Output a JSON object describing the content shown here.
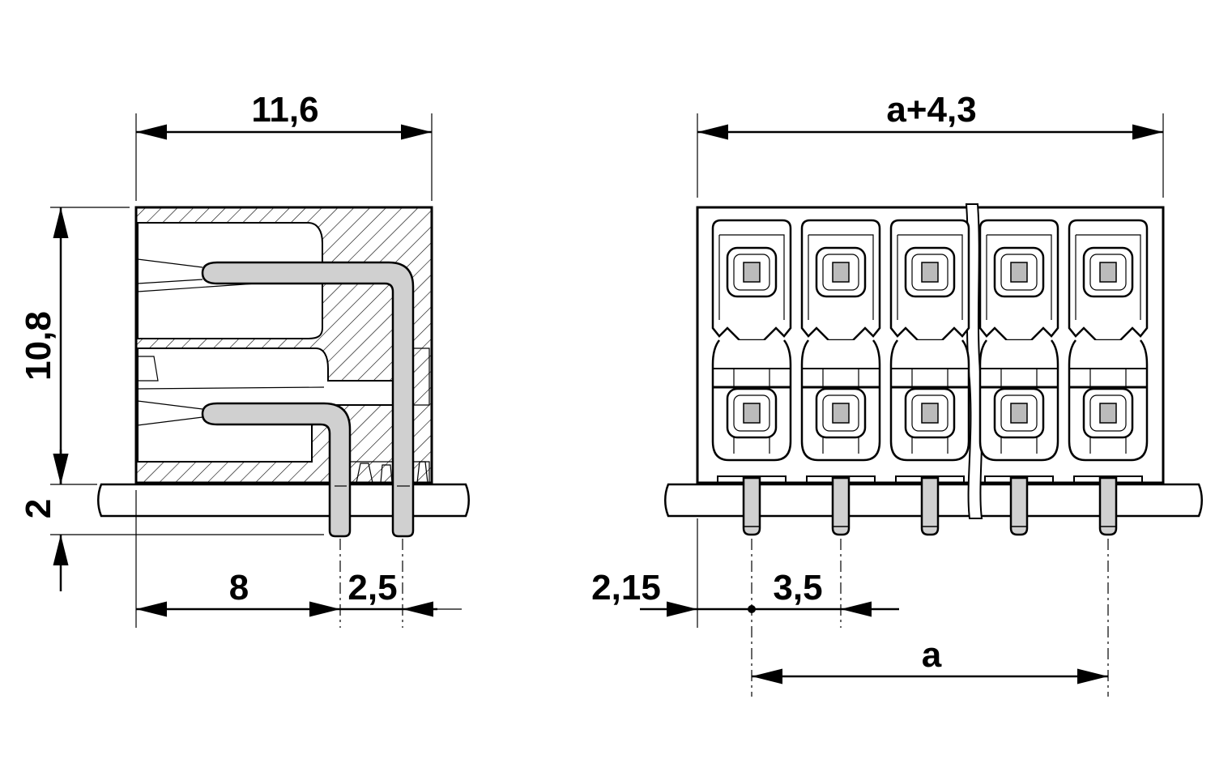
{
  "side_view": {
    "width_label": "11,6",
    "height_label": "10,8",
    "pcb_label": "2",
    "pin_offset_label": "8",
    "pin_pitch_label": "2,5"
  },
  "front_view": {
    "overall_label": "a+4,3",
    "edge_label": "2,15",
    "pitch_label": "3,5",
    "span_label": "a"
  }
}
